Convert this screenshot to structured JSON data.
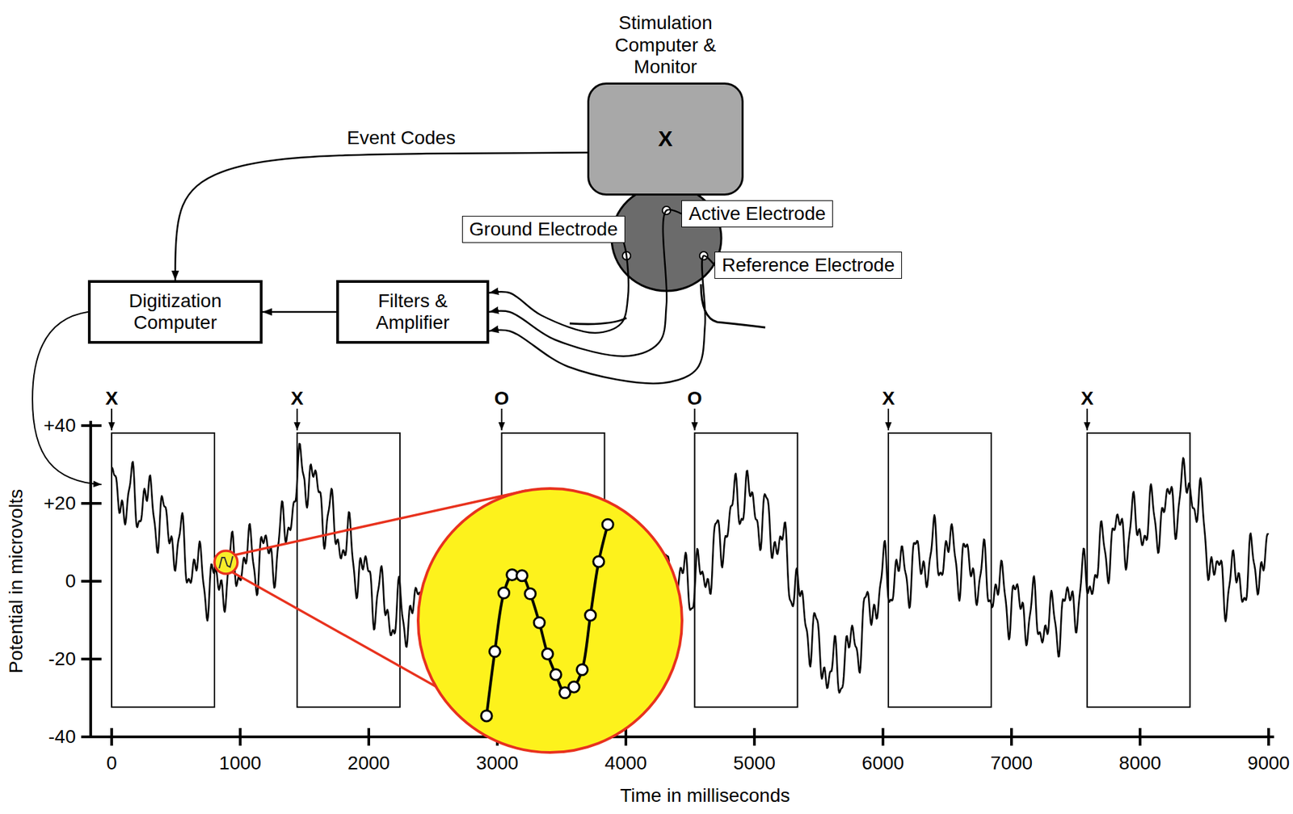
{
  "diagram": {
    "nodes": [
      {
        "text": [
          "Stimulation Computer & Monitor",
          "X"
        ]
      },
      {
        "text": [
          "Active Electrode"
        ]
      },
      {
        "text": [
          "Ground Electrode"
        ]
      },
      {
        "text": [
          "Reference Electrode"
        ]
      },
      {
        "text": [
          "Digitization Computer"
        ]
      },
      {
        "text": [
          "Filters & Amplifier"
        ]
      }
    ],
    "edges": [
      {
        "from": 0,
        "to": 4,
        "label": "Event Codes",
        "arrow": "to"
      },
      {
        "from": 2,
        "to": 5,
        "arrow": "to"
      },
      {
        "from": 1,
        "to": 5,
        "arrow": "to"
      },
      {
        "from": 3,
        "to": 5,
        "arrow": "to"
      },
      {
        "from": 5,
        "to": 4,
        "arrow": "to"
      }
    ],
    "labels": [
      "X",
      "X",
      "O",
      "O",
      "X",
      "X",
      "+40",
      "+20",
      "0",
      "-20",
      "-40",
      "Potential in microvolts",
      "0",
      "1000",
      "2000",
      "3000",
      "4000",
      "5000",
      "6000",
      "7000",
      "8000",
      "9000",
      "Time in milliseconds"
    ]
  }
}
